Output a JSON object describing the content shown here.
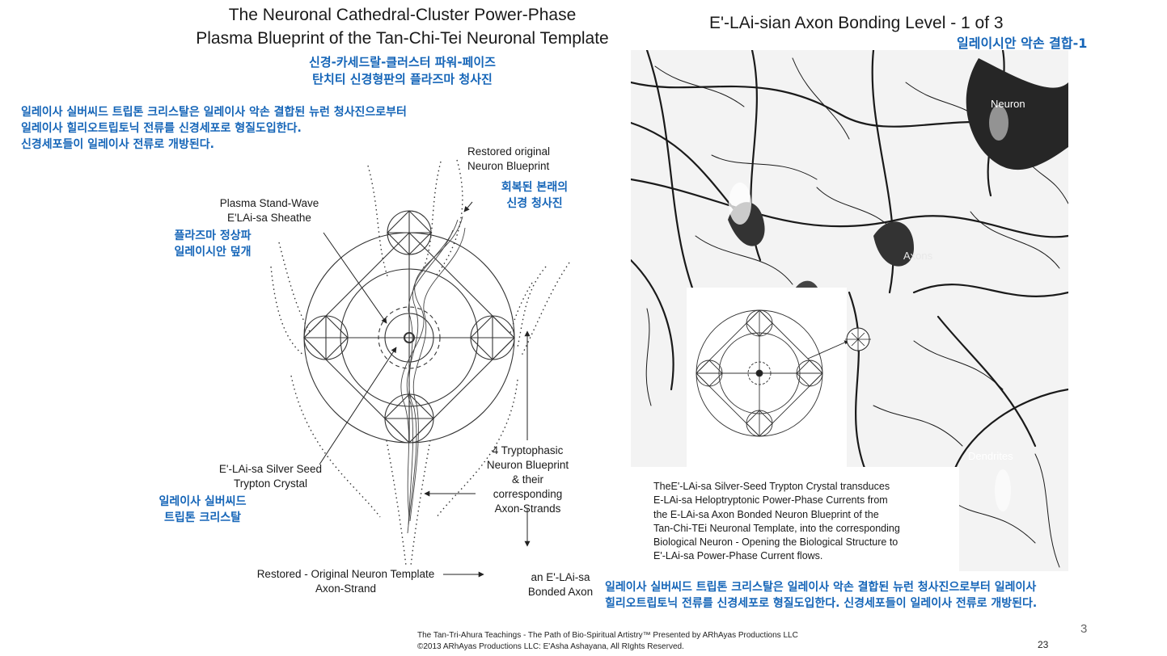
{
  "left_panel": {
    "title_line1": "The Neuronal Cathedral-Cluster Power-Phase",
    "title_line2": "Plasma Blueprint of the Tan-Chi-Tei Neuronal Template",
    "title_ko_line1": "신경-카세드랄-클러스터 파워-페이즈",
    "title_ko_line2": "탄치티 신경형판의 플라즈마 청사진",
    "intro_ko_line1": "일레이사 실버씨드 트립톤 크리스탈은 일레이사 악손 결합된 뉴런 청사진으로부터",
    "intro_ko_line2": "일레이사 힐리오트립토닉 전류를 신경세포로 형질도입한다.",
    "intro_ko_line3": "신경세포들이 일레이사 전류로 개방된다.",
    "labels": {
      "restored_line1": "Restored original",
      "restored_line2": "Neuron Blueprint",
      "restored_ko_line1": "회복된 본래의",
      "restored_ko_line2": "신경 청사진",
      "plasma_line1": "Plasma Stand-Wave",
      "plasma_line2": "E'LAi-sa Sheathe",
      "plasma_ko_line1": "플라즈마 정상파",
      "plasma_ko_line2": "일레이시안 덮개",
      "seed_line1": "E'-LAi-sa Silver Seed",
      "seed_line2": "Trypton Crystal",
      "seed_ko_line1": "일레이사 실버씨드",
      "seed_ko_line2": "트립톤 크리스탈",
      "trypto_line1": "4 Tryptophasic",
      "trypto_line2": "Neuron Blueprint",
      "trypto_line3": "& their corresponding",
      "trypto_line4": "Axon-Strands",
      "template_line1": "Restored - Original Neuron Template",
      "template_line2": "Axon-Strand",
      "bonded_line1": "an E'-LAi-sa",
      "bonded_line2": "Bonded Axon"
    }
  },
  "right_panel": {
    "title": "E'-LAi-sian Axon Bonding Level - 1 of 3",
    "title_ko": "일레이시안 악손 결합-1",
    "photo_labels": {
      "neuron": "Neuron",
      "axons": "Axons",
      "dendrites": "Dendrites"
    },
    "caption_lines": [
      "TheE'-LAi-sa Silver-Seed Trypton Crystal transduces",
      "E-LAi-sa Heloptryptonic Power-Phase Currents from",
      "the E-LAi-sa Axon Bonded Neuron Blueprint of the",
      "Tan-Chi-TEi Neuronal Template, into the corresponding",
      "Biological Neuron - Opening the Biological Structure to",
      "E'-LAi-sa Power-Phase Current flows."
    ],
    "caption_ko_line1": "일레이사 실버씨드 트립톤 크리스탈은 일레이사 악손 결합된 뉴런 청사진으로부터 일레이사",
    "caption_ko_line2": "힐리오트립토닉 전류를 신경세포로 형질도입한다. 신경세포들이 일레이사 전류로 개방된다."
  },
  "footer": {
    "line1": "The Tan-Tri-Ahura Teachings - The Path of Bio-Spiritual Artistry™ Presented by ARhAyas Productions LLC",
    "line2": "©2013 ARhAyas Productions LLC: E'Asha Ashayana, All RIghts Reserved.",
    "slide_number": "3",
    "page_number": "23"
  }
}
